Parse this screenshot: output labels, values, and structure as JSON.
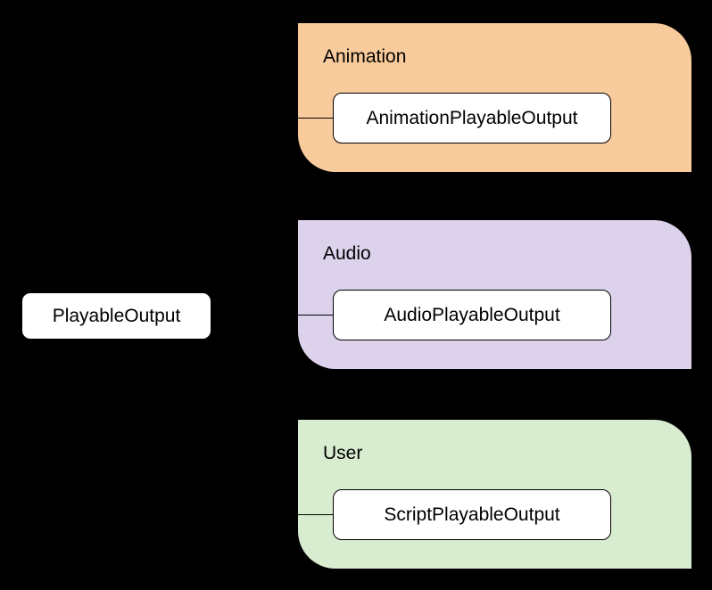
{
  "diagram": {
    "type": "class-hierarchy",
    "background_color": "#000000",
    "root": {
      "label": "PlayableOutput",
      "fill": "#ffffff",
      "stroke": "#000000"
    },
    "groups": [
      {
        "label": "Animation",
        "fill": "#f8cb9c",
        "child": {
          "label": "AnimationPlayableOutput",
          "fill": "#ffffff",
          "stroke": "#000000"
        }
      },
      {
        "label": "Audio",
        "fill": "#dcd2ec",
        "child": {
          "label": "AudioPlayableOutput",
          "fill": "#ffffff",
          "stroke": "#000000"
        }
      },
      {
        "label": "User",
        "fill": "#d8ecd0",
        "child": {
          "label": "ScriptPlayableOutput",
          "fill": "#ffffff",
          "stroke": "#000000"
        }
      }
    ]
  }
}
